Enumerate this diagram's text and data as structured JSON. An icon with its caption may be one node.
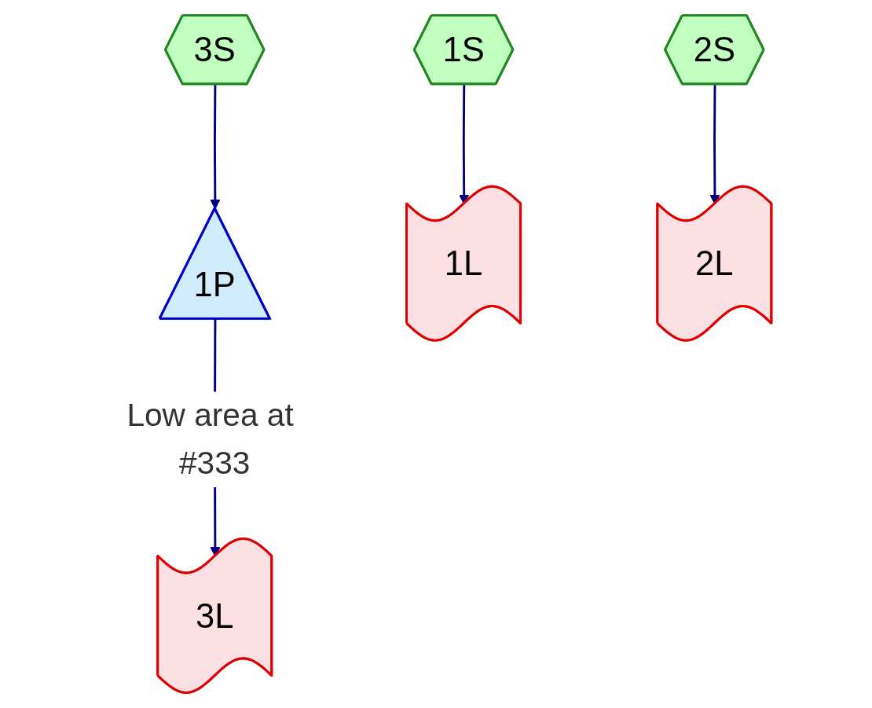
{
  "diagram": {
    "nodes": [
      {
        "text": [
          "3S"
        ]
      },
      {
        "text": [
          "1P"
        ]
      },
      {
        "text": [
          "1S"
        ]
      },
      {
        "text": [
          "2S"
        ]
      },
      {
        "text": [
          "1L"
        ]
      },
      {
        "text": [
          "2L"
        ]
      },
      {
        "text": [
          "3L"
        ]
      }
    ],
    "edges": [
      {
        "from": 2,
        "to": 4,
        "arrow": "to"
      },
      {
        "from": 3,
        "to": 5,
        "arrow": "to"
      },
      {
        "from": 0,
        "to": 1,
        "arrow": "to"
      },
      {
        "from": 1,
        "to": 6,
        "arrow": "to",
        "label": "Low area at #333"
      }
    ]
  }
}
